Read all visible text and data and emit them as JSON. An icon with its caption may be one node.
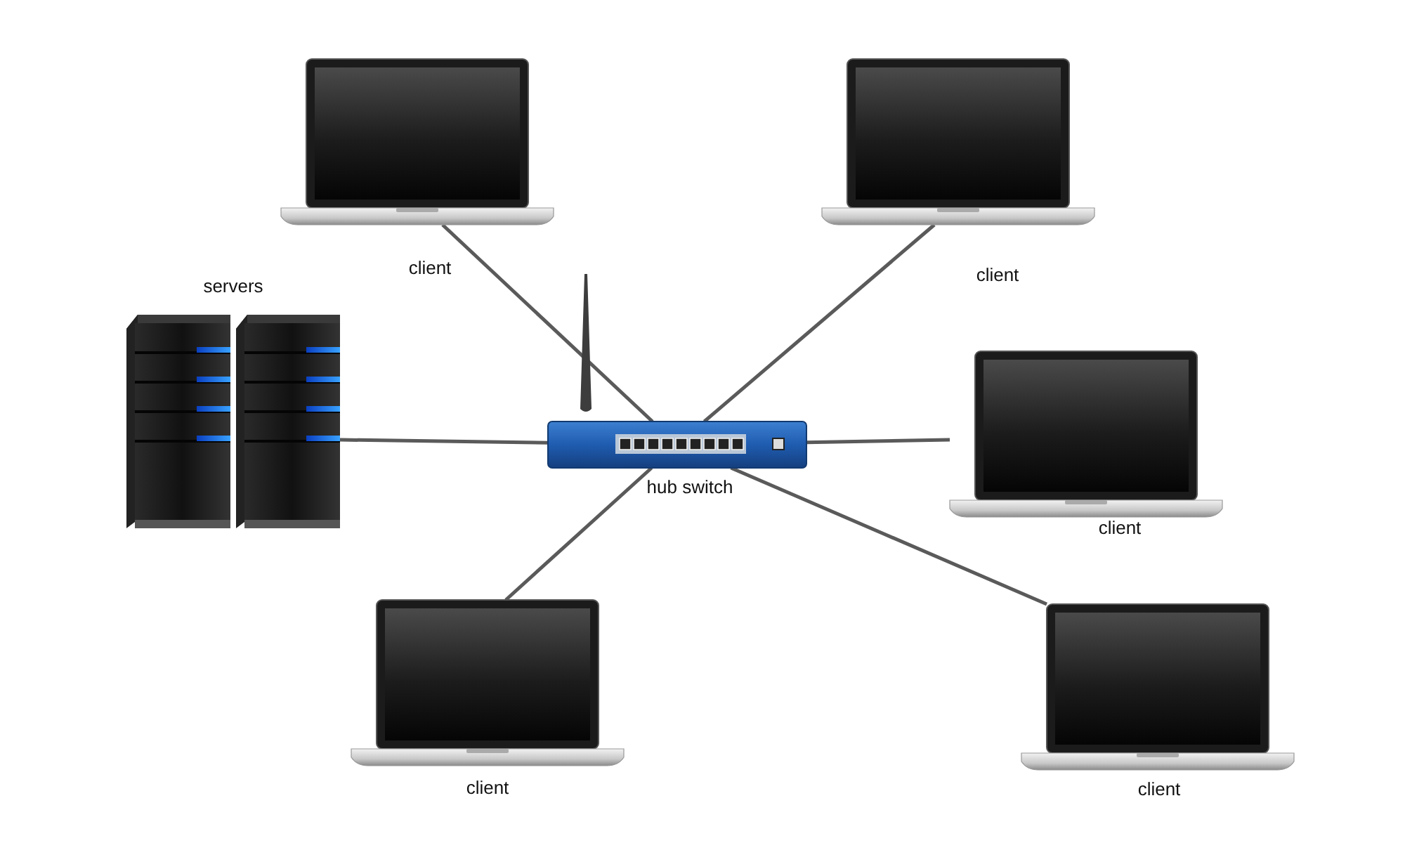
{
  "diagram": {
    "nodes": [
      {
        "text": [
          "servers"
        ]
      },
      {
        "text": [
          "hub switch"
        ]
      },
      {
        "text": [
          "client"
        ]
      },
      {
        "text": [
          "client"
        ]
      },
      {
        "text": [
          "client"
        ]
      },
      {
        "text": [
          "client"
        ]
      },
      {
        "text": [
          "client"
        ]
      }
    ],
    "edges": [
      {
        "from": 0,
        "to": 1,
        "arrow": "none"
      },
      {
        "from": 2,
        "to": 1,
        "arrow": "none"
      },
      {
        "from": 3,
        "to": 1,
        "arrow": "none"
      },
      {
        "from": 4,
        "to": 1,
        "arrow": "none"
      },
      {
        "from": 5,
        "to": 1,
        "arrow": "none"
      },
      {
        "from": 6,
        "to": 1,
        "arrow": "none"
      }
    ]
  }
}
